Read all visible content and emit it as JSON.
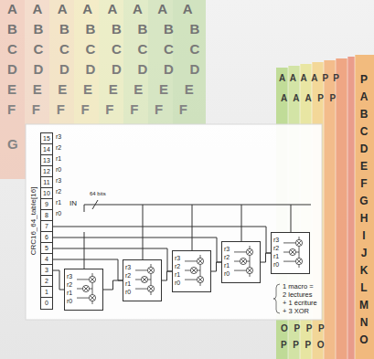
{
  "diagram": {
    "nodes": [
      {
        "text": [
          "CRC16_64_table[16]",
          "15",
          "14",
          "13",
          "12",
          "11",
          "10",
          "9",
          "8",
          "7",
          "6",
          "5",
          "4",
          "3",
          "2",
          "1",
          "0"
        ]
      },
      {
        "text": [
          "r3",
          "r2",
          "r1",
          "r0"
        ]
      },
      {
        "text": [
          "r3",
          "r2",
          "r1",
          "r0"
        ]
      },
      {
        "text": [
          "r3",
          "r2",
          "r1",
          "r0"
        ]
      },
      {
        "text": [
          "r3",
          "r2",
          "r1",
          "r0"
        ]
      },
      {
        "text": [
          "r3",
          "r2",
          "r1",
          "r0"
        ]
      }
    ],
    "edges": [
      {
        "from": 0,
        "to": 1,
        "arrow": "none"
      },
      {
        "from": 0,
        "to": 2,
        "arrow": "none"
      },
      {
        "from": 0,
        "to": 3,
        "arrow": "none"
      },
      {
        "from": 0,
        "to": 4,
        "arrow": "none"
      },
      {
        "from": 0,
        "to": 5,
        "arrow": "none"
      },
      {
        "from": 1,
        "to": 2,
        "arrow": "none"
      },
      {
        "from": 2,
        "to": 3,
        "arrow": "none"
      },
      {
        "from": 3,
        "to": 4,
        "arrow": "none"
      },
      {
        "from": 4,
        "to": 5,
        "arrow": "none"
      }
    ],
    "labels": [
      "A A A A A A A A",
      "B B B B B B B B",
      "C C C C C C C C",
      "D D D D D D D D",
      "E E E E E E E E",
      "F F F F F F F F",
      "G",
      "r3",
      "r2",
      "r1",
      "r0",
      "r3",
      "r2",
      "r1",
      "r0",
      "IN",
      "64 bits",
      "1 macro =",
      "2 lectures",
      "+ 1 écriture",
      "+ 3 XOR",
      "A A A A P P",
      "A A A P P",
      "P A B C D E F G H I J K L M N O",
      "O P P P",
      "P P P O"
    ]
  }
}
